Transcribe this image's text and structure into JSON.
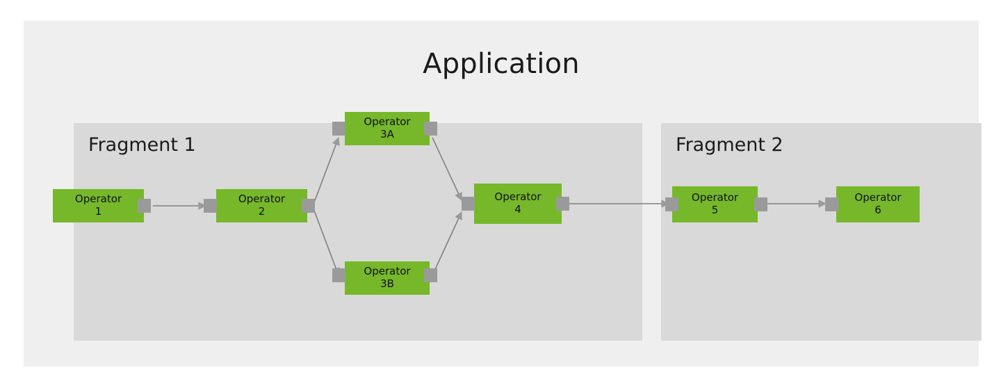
{
  "diagram": {
    "title": "Application",
    "colors": {
      "page_background": "#ffffff",
      "application_background": "#efefef",
      "fragment_background": "#d9d9d9",
      "operator_fill": "#76b82a",
      "port_fill": "#9a9a9a",
      "edge_stroke": "#808080",
      "text": "#1a1a1a"
    },
    "fragments": [
      {
        "id": "fragment-1",
        "label": "Fragment 1"
      },
      {
        "id": "fragment-2",
        "label": "Fragment 2"
      }
    ],
    "operators": [
      {
        "id": "op-1",
        "name": "Operator",
        "index": "1",
        "label": "Operator\n1",
        "fragment": "Fragment 1",
        "ports": {
          "input": false,
          "output": true
        }
      },
      {
        "id": "op-2",
        "name": "Operator",
        "index": "2",
        "label": "Operator\n2",
        "fragment": "Fragment 1",
        "ports": {
          "input": true,
          "output": true
        }
      },
      {
        "id": "op-3a",
        "name": "Operator",
        "index": "3A",
        "label": "Operator\n3A",
        "fragment": "Fragment 1",
        "ports": {
          "input": true,
          "output": true
        }
      },
      {
        "id": "op-3b",
        "name": "Operator",
        "index": "3B",
        "label": "Operator\n3B",
        "fragment": "Fragment 1",
        "ports": {
          "input": true,
          "output": true
        }
      },
      {
        "id": "op-4",
        "name": "Operator",
        "index": "4",
        "label": "Operator\n4",
        "fragment": "Fragment 1",
        "ports": {
          "input": true,
          "output": true
        }
      },
      {
        "id": "op-5",
        "name": "Operator",
        "index": "5",
        "label": "Operator\n5",
        "fragment": "Fragment 2",
        "ports": {
          "input": true,
          "output": true
        }
      },
      {
        "id": "op-6",
        "name": "Operator",
        "index": "6",
        "label": "Operator\n6",
        "fragment": "Fragment 2",
        "ports": {
          "input": true,
          "output": false
        }
      }
    ],
    "connections": [
      {
        "from": "op-1",
        "to": "op-2",
        "style": "straight"
      },
      {
        "from": "op-2",
        "to": "op-3a",
        "style": "diagonal-up"
      },
      {
        "from": "op-2",
        "to": "op-3b",
        "style": "diagonal-down"
      },
      {
        "from": "op-3a",
        "to": "op-4",
        "style": "diagonal-down"
      },
      {
        "from": "op-3b",
        "to": "op-4",
        "style": "diagonal-up"
      },
      {
        "from": "op-4",
        "to": "op-5",
        "style": "straight"
      },
      {
        "from": "op-5",
        "to": "op-6",
        "style": "straight"
      }
    ]
  }
}
